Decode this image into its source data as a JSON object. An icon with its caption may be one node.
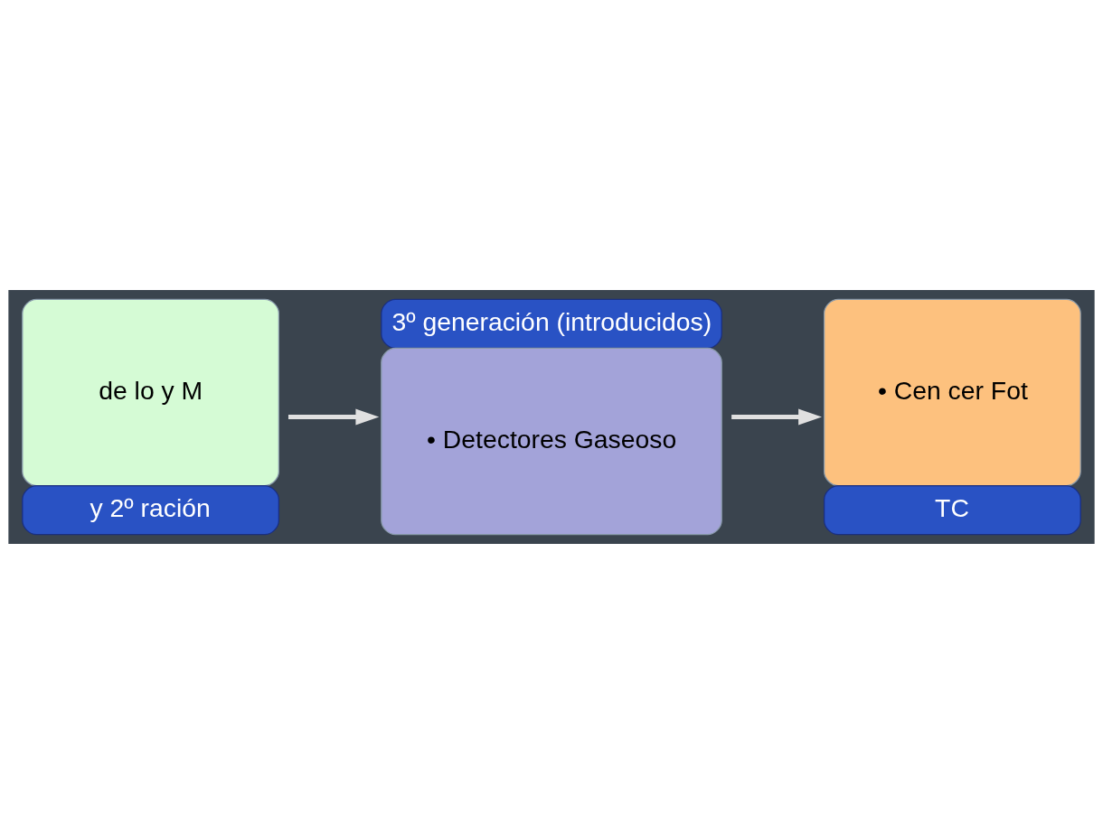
{
  "diagram": {
    "nodes": [
      {
        "text": [
          "de lo y M",
          "y 2º ración"
        ]
      },
      {
        "text": [
          "3º generación (introducidos)",
          "• Detectores Gaseoso"
        ]
      },
      {
        "text": [
          "• Cen cer Fot",
          "TC"
        ]
      }
    ],
    "edges": [
      {
        "from": 0,
        "to": 1,
        "arrow": "to"
      },
      {
        "from": 1,
        "to": 2,
        "arrow": "to"
      }
    ]
  }
}
